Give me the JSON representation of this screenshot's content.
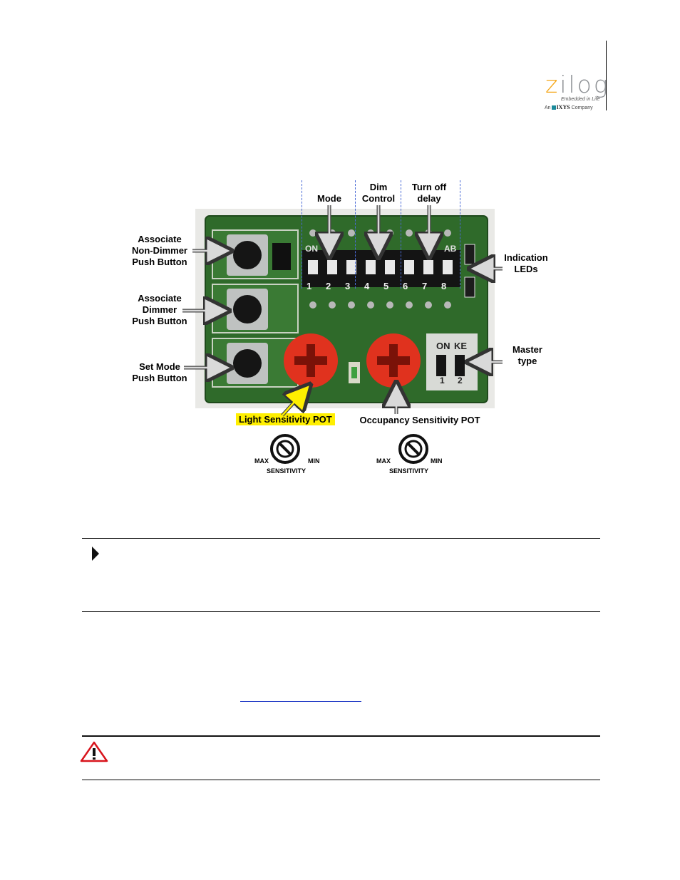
{
  "logo": {
    "word_first": "z",
    "word_rest": "ilog",
    "tagline": "Embedded in Life",
    "sub_prefix": "An",
    "sub_brand": "IXYS",
    "sub_suffix": "Company",
    "accent_color": "#f5a81c"
  },
  "figure": {
    "labels": {
      "mode": "Mode",
      "dim_control_1": "Dim",
      "dim_control_2": "Control",
      "turn_off_1": "Turn off",
      "turn_off_2": "delay",
      "assoc_nd_1": "Associate",
      "assoc_nd_2": "Non-Dimmer",
      "assoc_nd_3": "Push Button",
      "assoc_d_1": "Associate",
      "assoc_d_2": "Dimmer",
      "assoc_d_3": "Push Button",
      "set_mode_1": "Set Mode",
      "set_mode_2": "Push Button",
      "indication_1": "Indication",
      "indication_2": "LEDs",
      "master_1": "Master",
      "master_2": "type",
      "light_pot": "Light Sensitivity POT",
      "occupancy_pot": "Occupancy Sensitivity POT"
    },
    "board": {
      "dip_on": "ON",
      "dip_ab": "AB",
      "dip_numbers": [
        "1",
        "2",
        "3",
        "4",
        "5",
        "6",
        "7",
        "8"
      ],
      "master_on": "ON",
      "master_ke": "KE",
      "master_numbers": [
        "1",
        "2"
      ]
    },
    "dials": {
      "max": "MAX",
      "min": "MIN",
      "sensitivity": "SENSITIVITY"
    }
  }
}
